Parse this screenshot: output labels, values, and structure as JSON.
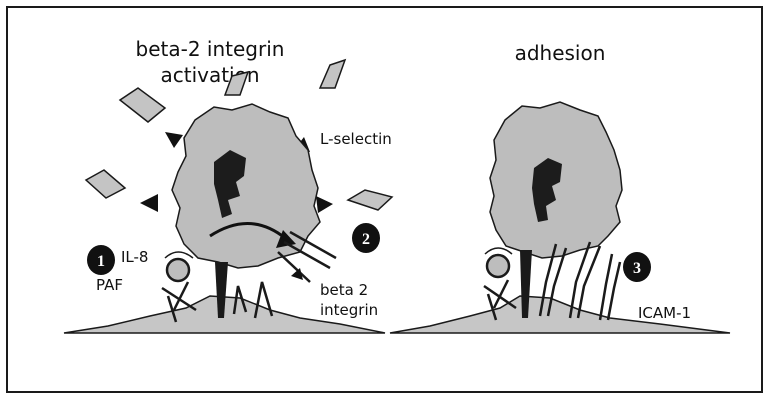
{
  "panels": [
    {
      "title_line1": "beta-2 integrin",
      "title_line2": "activation",
      "step1_number": "1",
      "step2_number": "2",
      "label_il8": "IL-8",
      "label_paf": "PAF",
      "label_lselectin": "L-selectin",
      "label_beta2_line1": "beta 2",
      "label_beta2_line2": "integrin"
    },
    {
      "title": "adhesion",
      "step3_number": "3",
      "label_icam": "ICAM-1"
    }
  ],
  "colors": {
    "cell_fill": "#bdbdbd",
    "nucleus": "#1c1c1c",
    "ground": "#c6c6c6",
    "outline": "#1a1a1a",
    "fragment_fill": "#c4c4c4"
  }
}
